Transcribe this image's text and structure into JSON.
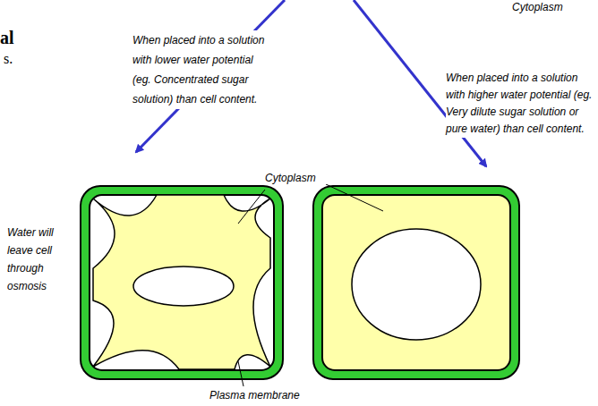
{
  "diagram": {
    "labels": [
      "al",
      "s.",
      "Cytoplasm",
      "When placed into a solution with lower water potential (eg. Concentrated sugar solution) than cell content.",
      "When placed into a solution with higher water potential (eg. Very dilute sugar solution or pure water) than cell content.",
      "Cytoplasm",
      "Water will leave cell through osmosis",
      "Plasma membrane"
    ]
  }
}
